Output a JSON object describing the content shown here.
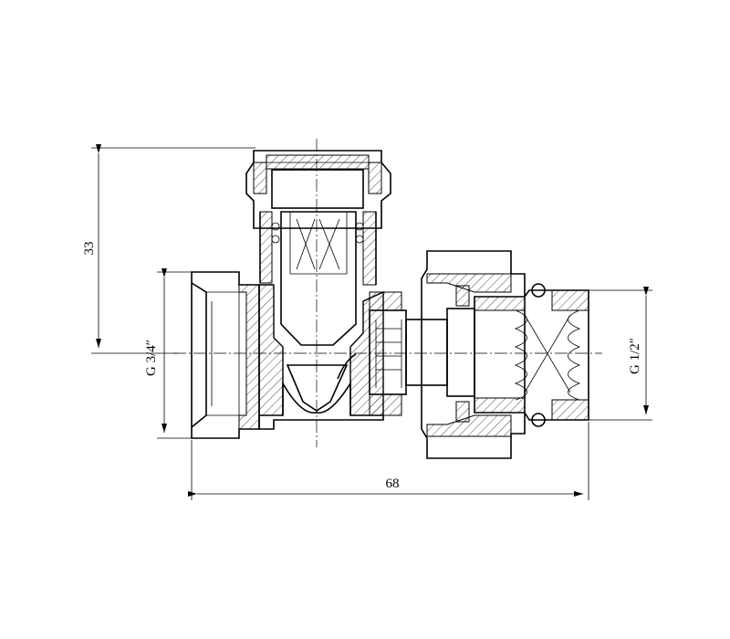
{
  "dimensions": {
    "height": "33",
    "width": "68",
    "inlet_thread": "G 3/4″",
    "outlet_thread": "G 1/2″"
  }
}
